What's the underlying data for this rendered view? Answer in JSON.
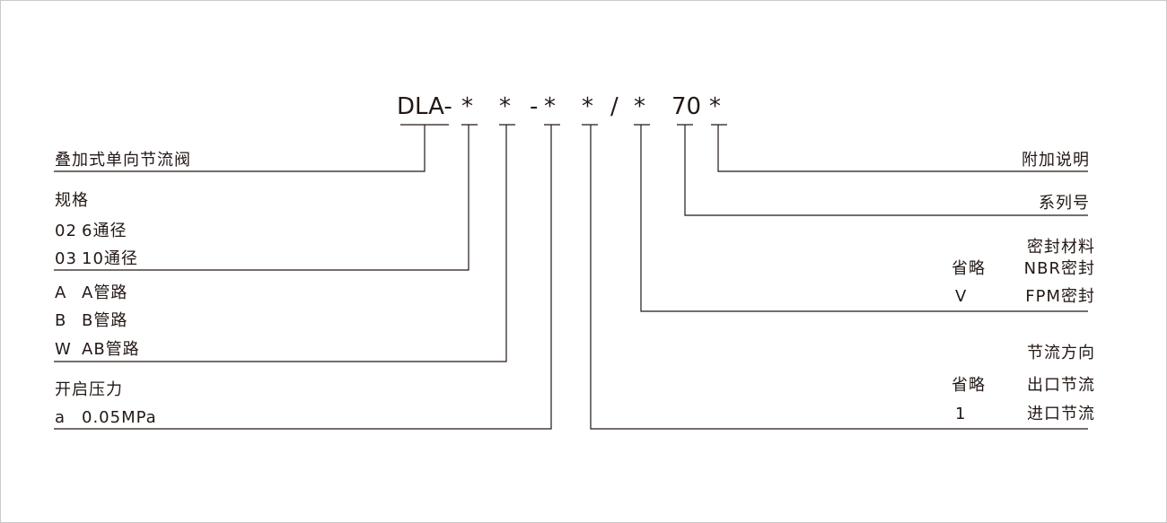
{
  "code": {
    "prefix": "DLA-",
    "spec_mark": "*",
    "path_mark": "*",
    "dash": "-",
    "pressure_mark": "*",
    "direction_mark": "*",
    "slash": "/",
    "seal_mark": "*",
    "series": "70",
    "extra_mark": "*"
  },
  "left": {
    "valve_name": "叠加式单向节流阀",
    "size_title": "规格",
    "size_rows": [
      {
        "code": "02",
        "desc": "6通径"
      },
      {
        "code": "03",
        "desc": "10通径"
      }
    ],
    "path_rows": [
      {
        "code": "A",
        "desc": "A管路"
      },
      {
        "code": "B",
        "desc": "B管路"
      },
      {
        "code": "W",
        "desc": "AB管路"
      }
    ],
    "pressure_title": "开启压力",
    "pressure_rows": [
      {
        "code": "a",
        "desc": "0.05MPa"
      }
    ]
  },
  "right": {
    "extra_desc": "附加说明",
    "series_desc": "系列号",
    "seal_title": "密封材料",
    "seal_rows": [
      {
        "code": "省略",
        "desc": "NBR密封"
      },
      {
        "code": "V",
        "desc": "FPM密封"
      }
    ],
    "direction_title": "节流方向",
    "direction_rows": [
      {
        "code": "省略",
        "desc": "出口节流"
      },
      {
        "code": "1",
        "desc": "进口节流"
      }
    ]
  }
}
